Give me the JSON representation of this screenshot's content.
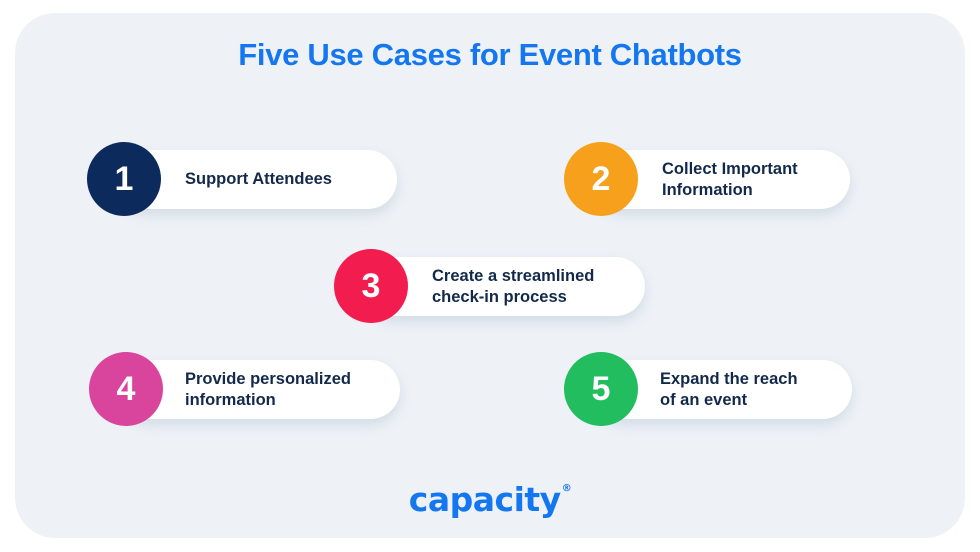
{
  "title": "Five Use Cases for Event Chatbots",
  "items": [
    {
      "number": "1",
      "label": "Support Attendees",
      "color": "#0d2a5c"
    },
    {
      "number": "2",
      "label": "Collect Important\nInformation",
      "color": "#f7a01b"
    },
    {
      "number": "3",
      "label": "Create a streamlined\ncheck-in process",
      "color": "#f21d4e"
    },
    {
      "number": "4",
      "label": "Provide personalized\ninformation",
      "color": "#d9449c"
    },
    {
      "number": "5",
      "label": "Expand the reach\nof an event",
      "color": "#22bd5f"
    }
  ],
  "logo": {
    "text": "capacity",
    "registered": "®"
  },
  "colors": {
    "title": "#1477f0",
    "label_text": "#13294b",
    "card_background": "#eef2f7"
  }
}
